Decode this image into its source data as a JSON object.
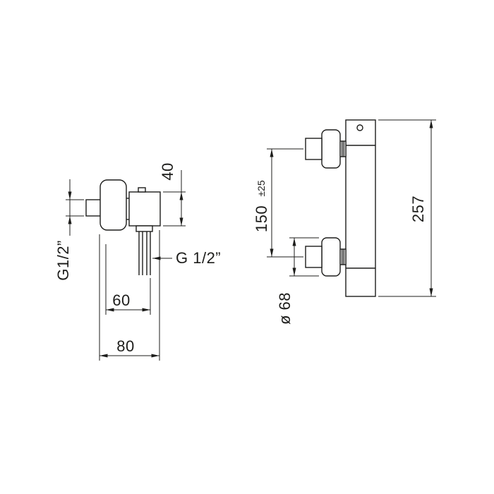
{
  "colors": {
    "background": "#ffffff",
    "line": "#1d1d1b"
  },
  "dimensions": {
    "side_view": {
      "body_height": "40",
      "inlet_thread": "G1/2”",
      "outlet_thread": "G 1/2”",
      "outlet_offset": "60",
      "overall_depth": "80"
    },
    "front_view": {
      "connection_spacing": "150",
      "connection_spacing_tolerance": "±25",
      "rosette_diameter": "ø 68",
      "overall_height": "257"
    }
  }
}
